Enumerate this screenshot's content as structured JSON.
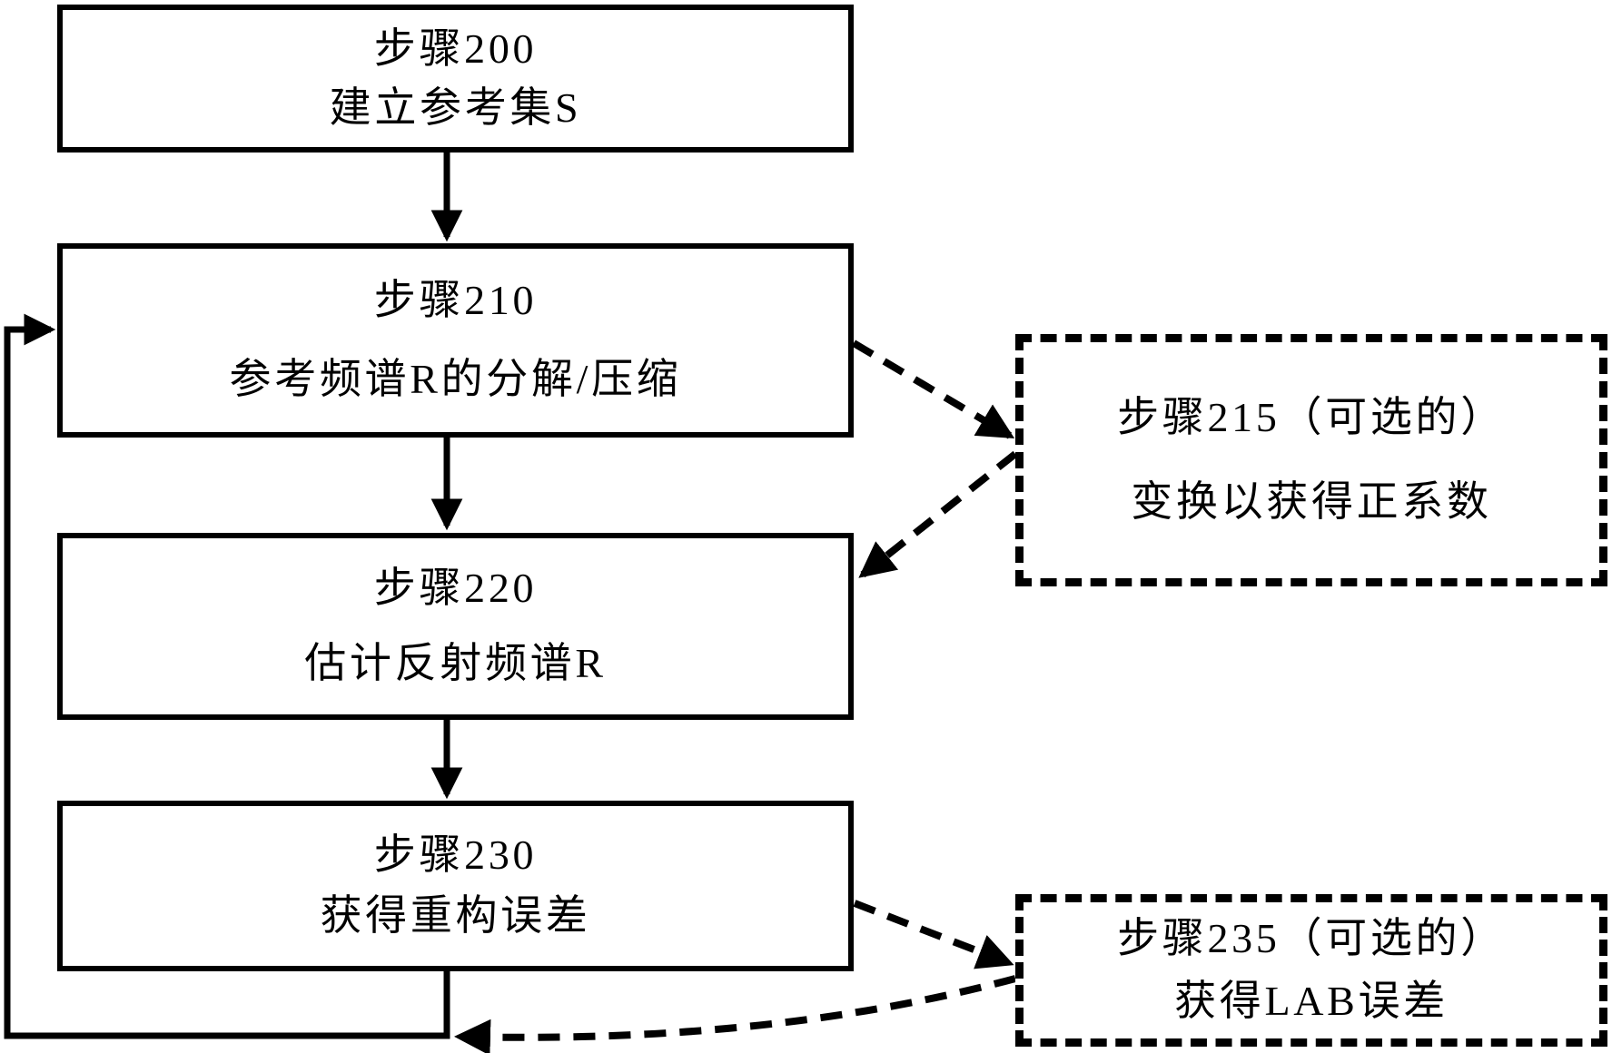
{
  "diagram": {
    "background_color": "#ffffff",
    "line_color": "#000000",
    "steps": [
      {
        "id": "200",
        "title": "步骤200",
        "description": "建立参考集S",
        "style": "solid"
      },
      {
        "id": "210",
        "title": "步骤210",
        "description": "参考频谱R的分解/压缩",
        "style": "solid"
      },
      {
        "id": "220",
        "title": "步骤220",
        "description": "估计反射频谱R",
        "style": "solid"
      },
      {
        "id": "230",
        "title": "步骤230",
        "description": "获得重构误差",
        "style": "solid"
      },
      {
        "id": "215",
        "title": "步骤215（可选的）",
        "description": "变换以获得正系数",
        "style": "dashed-optional"
      },
      {
        "id": "235",
        "title": "步骤235（可选的）",
        "description": "获得LAB误差",
        "style": "dashed-optional"
      }
    ],
    "connections": [
      {
        "from": "200",
        "to": "210",
        "style": "solid-arrow"
      },
      {
        "from": "210",
        "to": "220",
        "style": "solid-arrow"
      },
      {
        "from": "220",
        "to": "230",
        "style": "solid-arrow"
      },
      {
        "from": "230",
        "to": "210",
        "style": "solid-feedback-loop"
      },
      {
        "from": "210",
        "to": "215",
        "style": "dashed-arrow"
      },
      {
        "from": "215",
        "to": "220",
        "style": "dashed-arrow"
      },
      {
        "from": "230",
        "to": "235",
        "style": "dashed-arrow"
      },
      {
        "from": "235",
        "to": "feedback-loop",
        "style": "dashed-curved-arrow"
      }
    ]
  }
}
